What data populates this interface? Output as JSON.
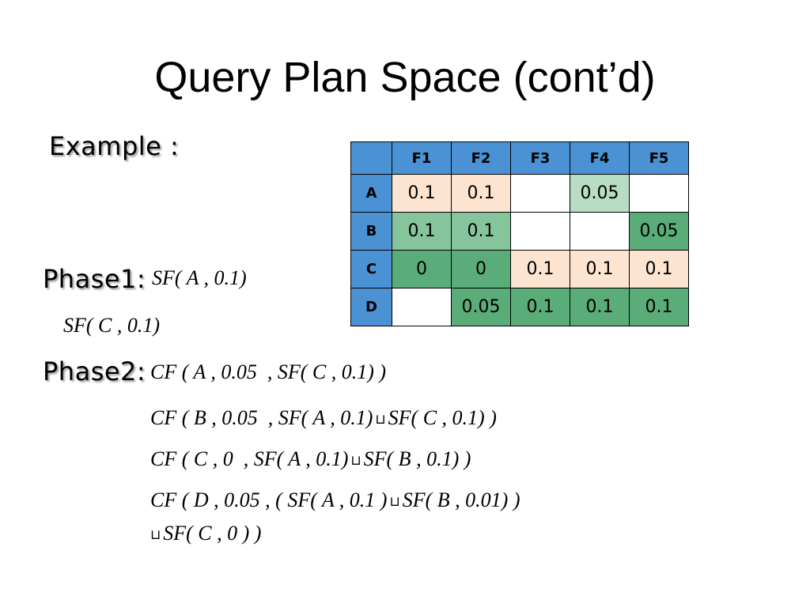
{
  "title": "Query Plan Space (cont’d)",
  "example_label": "Example :",
  "table": {
    "columns": [
      "F1",
      "F2",
      "F3",
      "F4",
      "F5"
    ],
    "rows": [
      {
        "label": "A",
        "cells": [
          {
            "value": "0.1",
            "fill": "#fce4d0"
          },
          {
            "value": "0.1",
            "fill": "#fce4d0"
          },
          {
            "value": "",
            "fill": "#ffffff"
          },
          {
            "value": "0.05",
            "fill": "#b8dcc4"
          },
          {
            "value": "",
            "fill": "#ffffff"
          }
        ]
      },
      {
        "label": "B",
        "cells": [
          {
            "value": "0.1",
            "fill": "#86c59c"
          },
          {
            "value": "0.1",
            "fill": "#86c59c"
          },
          {
            "value": "",
            "fill": "#ffffff"
          },
          {
            "value": "",
            "fill": "#ffffff"
          },
          {
            "value": "0.05",
            "fill": "#5aad78"
          }
        ]
      },
      {
        "label": "C",
        "cells": [
          {
            "value": "0",
            "fill": "#5aad78"
          },
          {
            "value": "0",
            "fill": "#5aad78"
          },
          {
            "value": "0.1",
            "fill": "#fce4d0"
          },
          {
            "value": "0.1",
            "fill": "#fce4d0"
          },
          {
            "value": "0.1",
            "fill": "#fce4d0"
          }
        ]
      },
      {
        "label": "D",
        "cells": [
          {
            "value": "",
            "fill": "#ffffff"
          },
          {
            "value": "0.05",
            "fill": "#5aad78"
          },
          {
            "value": "0.1",
            "fill": "#5aad78"
          },
          {
            "value": "0.1",
            "fill": "#5aad78"
          },
          {
            "value": "0.1",
            "fill": "#5aad78"
          }
        ]
      }
    ],
    "header_color": "#4a92d4"
  },
  "phase1": {
    "label": "Phase1:",
    "lines": [
      "SF( A , 0.1)",
      "SF( C , 0.1)"
    ]
  },
  "phase2": {
    "label": "Phase2:",
    "union_symbol": "⊔",
    "line1": "CF ( A , 0.05  , SF( C , 0.1) )",
    "line2_a": "CF ( B , 0.05  , SF( A , 0.1)",
    "line2_b": "SF( C , 0.1) )",
    "line3_a": "CF ( C , 0  , SF( A , 0.1)",
    "line3_b": "SF( B , 0.1) )",
    "line4_a": "CF ( D , 0.05 , ( SF( A , 0.1 )",
    "line4_b": "SF( B , 0.01) )",
    "line5": "SF( C , 0 ) )"
  }
}
